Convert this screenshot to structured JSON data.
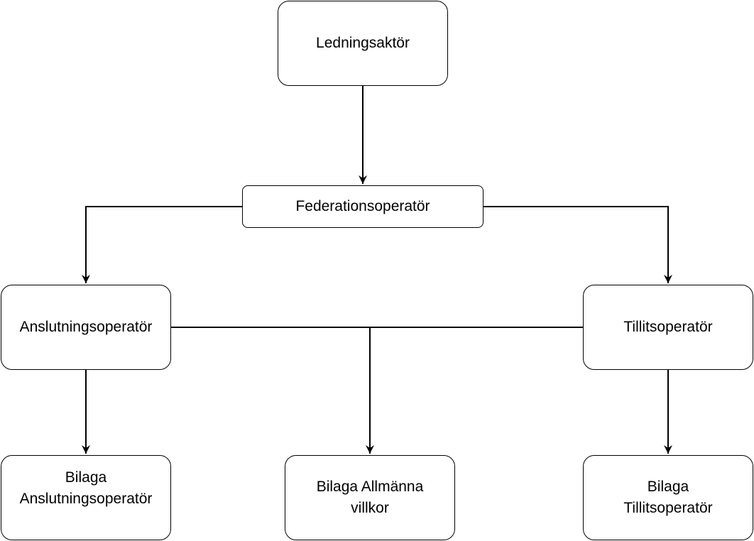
{
  "diagram": {
    "nodes": [
      {
        "id": "ledningsaktor",
        "label": "Ledningsaktör"
      },
      {
        "id": "federationsoperator",
        "label": "Federationsoperatör"
      },
      {
        "id": "anslutningsoperator",
        "label": "Anslutningsoperatör"
      },
      {
        "id": "tillitsoperator",
        "label": "Tillitsoperatör"
      },
      {
        "id": "bilaga_anslutningsoperator",
        "label": "Bilaga\nAnslutningsoperatör"
      },
      {
        "id": "bilaga_allmanna_villkor",
        "label": "Bilaga Allmänna\nvillkor"
      },
      {
        "id": "bilaga_tillitsoperator",
        "label": "Bilaga\nTillitsoperatör"
      }
    ],
    "edges": [
      {
        "from": "Ledningsaktör",
        "to": "Federationsoperatör"
      },
      {
        "from": "Federationsoperatör",
        "to": "Anslutningsoperatör"
      },
      {
        "from": "Federationsoperatör",
        "to": "Tillitsoperatör"
      },
      {
        "from": "Anslutningsoperatör",
        "to": "Bilaga Anslutningsoperatör"
      },
      {
        "from": "Tillitsoperatör",
        "to": "Bilaga Tillitsoperatör"
      },
      {
        "from": "Anslutningsoperatör",
        "to": "Bilaga Allmänna villkor"
      },
      {
        "from": "Tillitsoperatör",
        "to": "Bilaga Allmänna villkor"
      }
    ],
    "colors": {
      "stroke": "#000000",
      "fill": "#ffffff",
      "text": "#000000"
    }
  }
}
